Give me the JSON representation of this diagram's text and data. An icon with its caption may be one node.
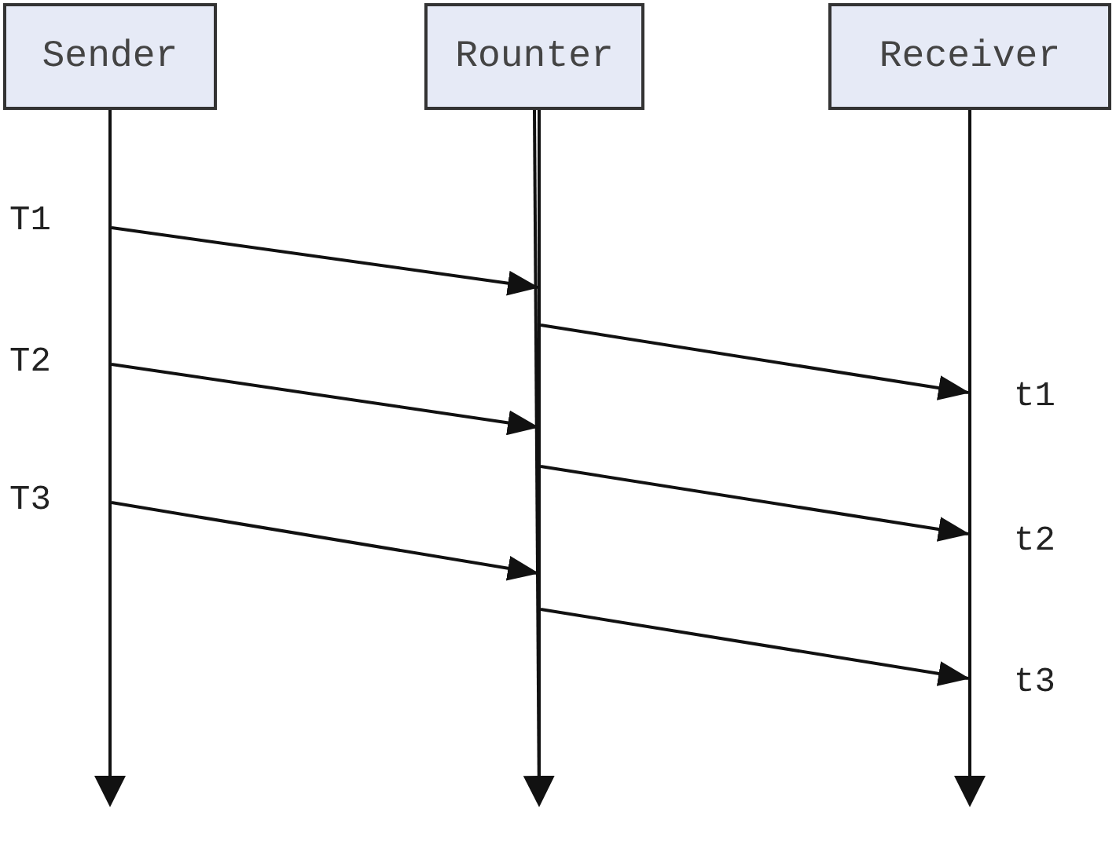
{
  "diagram": {
    "nodes": [
      {
        "text": [
          "Sender"
        ]
      },
      {
        "text": [
          "Rounter"
        ]
      },
      {
        "text": [
          "Receiver"
        ]
      },
      {
        "text": [],
        "shape": "bar"
      },
      {
        "text": [],
        "shape": "bar"
      },
      {
        "text": [],
        "shape": "bar"
      }
    ],
    "edges": [
      {
        "from": 0,
        "to": 3,
        "arrow": "to"
      },
      {
        "from": 1,
        "to": 4,
        "arrow": "to"
      },
      {
        "from": 2,
        "to": 5,
        "arrow": "to"
      },
      {
        "from": 3,
        "to": 4,
        "arrow": "to"
      },
      {
        "from": 4,
        "to": 5,
        "arrow": "to"
      },
      {
        "from": 3,
        "to": 4,
        "arrow": "to"
      },
      {
        "from": 4,
        "to": 5,
        "arrow": "to"
      },
      {
        "from": 3,
        "to": 4,
        "arrow": "to"
      },
      {
        "from": 4,
        "to": 5,
        "arrow": "to"
      }
    ],
    "labels": [
      "T1",
      "T2",
      "T3",
      "t1",
      "t2",
      "t3"
    ]
  }
}
